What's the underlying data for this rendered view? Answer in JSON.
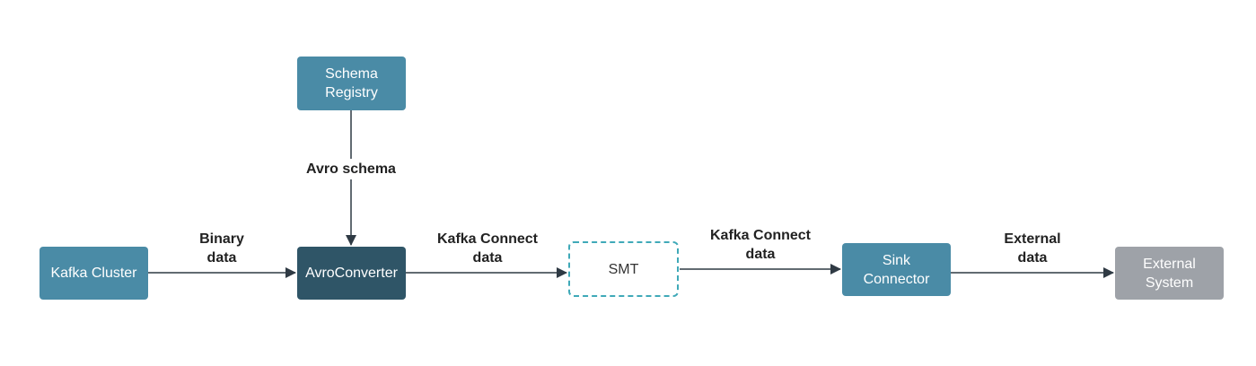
{
  "nodes": {
    "schema_registry": {
      "label": "Schema\nRegistry",
      "color": "#4a8ba6"
    },
    "kafka_cluster": {
      "label": "Kafka Cluster",
      "color": "#4a8ba6"
    },
    "avro_converter": {
      "label": "AvroConverter",
      "color": "#2f5567"
    },
    "smt": {
      "label": "SMT",
      "border_color": "#3fa9b8"
    },
    "sink_connector": {
      "label": "Sink\nConnector",
      "color": "#4a8ba6"
    },
    "external_system": {
      "label": "External\nSystem",
      "color": "#9ea2a8"
    }
  },
  "edges": {
    "avro_schema": {
      "label": "Avro schema",
      "from": "schema_registry",
      "to": "avro_converter"
    },
    "binary_data": {
      "label": "Binary\ndata",
      "from": "kafka_cluster",
      "to": "avro_converter"
    },
    "kafka_connect_data_1": {
      "label": "Kafka Connect\ndata",
      "from": "avro_converter",
      "to": "smt"
    },
    "kafka_connect_data_2": {
      "label": "Kafka Connect\ndata",
      "from": "smt",
      "to": "sink_connector"
    },
    "external_data": {
      "label": "External\ndata",
      "from": "sink_connector",
      "to": "external_system"
    }
  }
}
